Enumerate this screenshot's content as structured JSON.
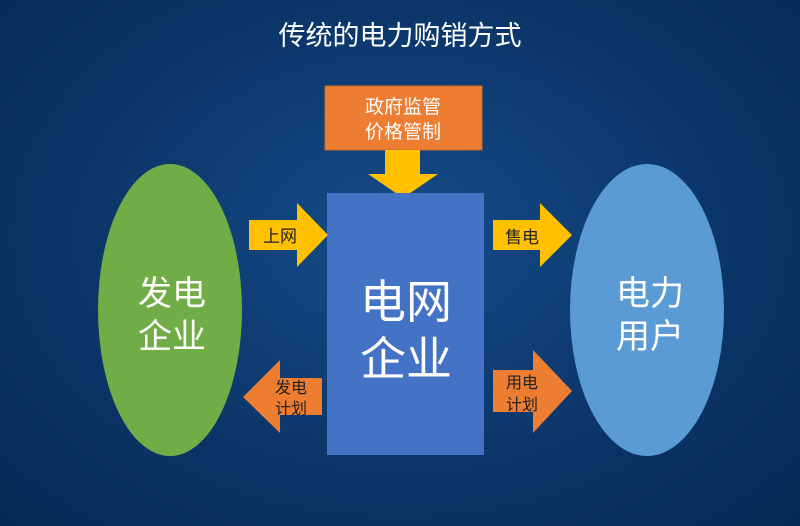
{
  "title": "传统的电力购销方式",
  "regulation_box": {
    "line1": "政府监管",
    "line2": "价格管制"
  },
  "grid_company": {
    "line1": "电网",
    "line2": "企业"
  },
  "generator": {
    "line1": "发电",
    "line2": "企业"
  },
  "consumer": {
    "line1": "电力",
    "line2": "用户"
  },
  "arrows": {
    "to_grid": "上网",
    "sell_power": "售电",
    "gen_plan": {
      "line1": "发电",
      "line2": "计划"
    },
    "use_plan": {
      "line1": "用电",
      "line2": "计划"
    }
  },
  "colors": {
    "orange": "#ED7D31",
    "yellow": "#FFC000",
    "grid": "#4472C4",
    "green": "#70AD47",
    "light_blue": "#5B9BD5"
  }
}
